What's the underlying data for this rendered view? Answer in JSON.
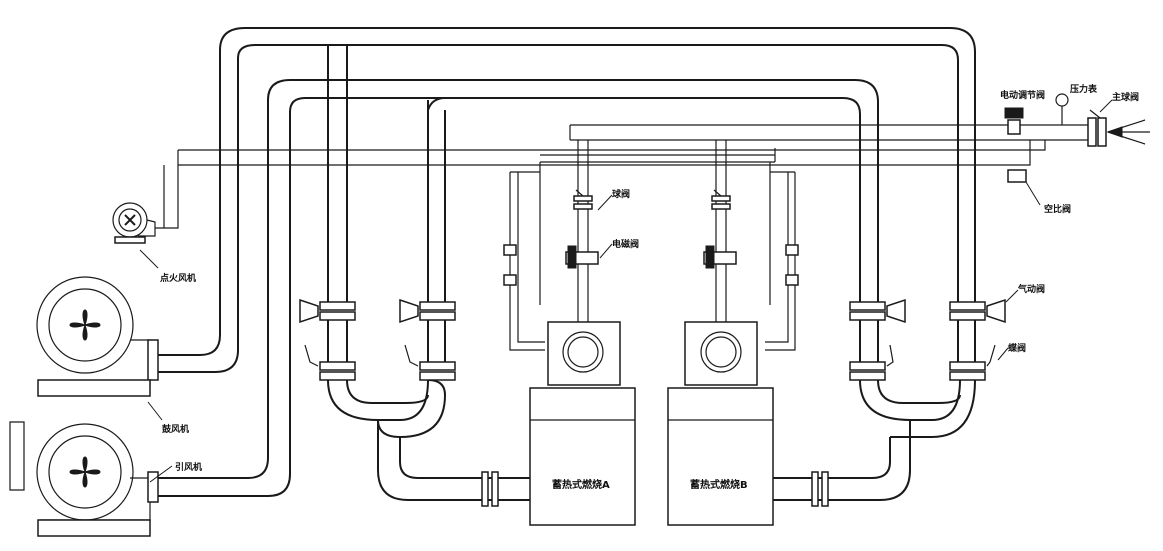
{
  "labels": {
    "ignition_fan": "点火风机",
    "blower": "鼓风机",
    "induced_fan": "引风机",
    "electric_control_valve": "电动调节阀",
    "pressure_gauge": "压力表",
    "main_ball_valve": "主球阀",
    "air_ratio_valve": "空比阀",
    "ball_valve": "球阀",
    "solenoid_valve": "电磁阀",
    "pneumatic_valve": "气动阀",
    "butterfly_valve": "蝶阀",
    "burner_a": "蓄热式燃烧A",
    "burner_b": "蓄热式燃烧B"
  }
}
